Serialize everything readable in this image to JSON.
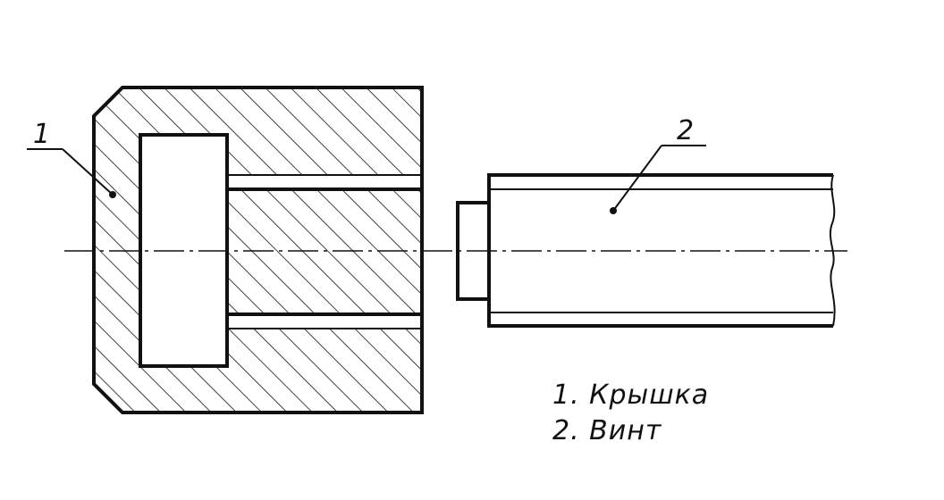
{
  "parts": [
    {
      "number": "1",
      "name": "Крышка"
    },
    {
      "number": "2",
      "name": "Винт"
    }
  ],
  "legend": {
    "line_1": "1. Крышка",
    "line_2": "2. Винт"
  },
  "colors": {
    "ink": "#111111",
    "background": "#ffffff"
  }
}
